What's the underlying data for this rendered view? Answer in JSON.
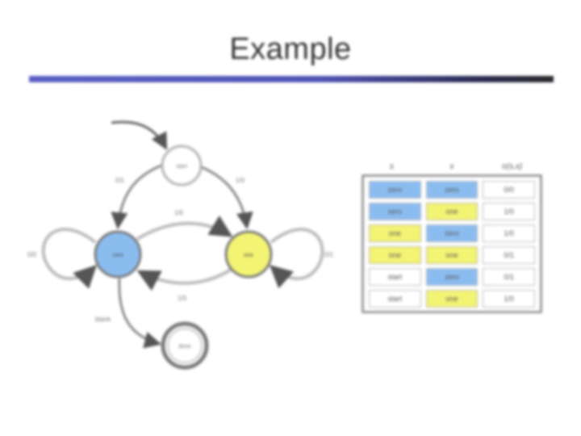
{
  "slide": {
    "title": "Example"
  },
  "colors": {
    "blue_state": "#8bbcf0",
    "yellow_state": "#f3f374",
    "plain_state": "#ffffff"
  },
  "diagram": {
    "states": {
      "top": {
        "label": "start"
      },
      "left": {
        "label": "zero"
      },
      "right": {
        "label": "one"
      },
      "bottom": {
        "label": "done"
      }
    },
    "edges": {
      "top_left": "0/1",
      "top_right": "1/0",
      "left_to_right": "1/0",
      "right_to_left": "1/0",
      "left_self": "0/0",
      "right_self": "0/1",
      "left_bottom": "blank"
    }
  },
  "table": {
    "headers": [
      "s",
      "x",
      "o(s,x)"
    ],
    "rows": [
      [
        {
          "text": "zero",
          "color": "blue"
        },
        {
          "text": "zero",
          "color": "blue"
        },
        {
          "text": "0/0",
          "color": "white"
        }
      ],
      [
        {
          "text": "zero",
          "color": "blue"
        },
        {
          "text": "one",
          "color": "yellow"
        },
        {
          "text": "1/0",
          "color": "white"
        }
      ],
      [
        {
          "text": "one",
          "color": "yellow"
        },
        {
          "text": "zero",
          "color": "blue"
        },
        {
          "text": "1/0",
          "color": "white"
        }
      ],
      [
        {
          "text": "one",
          "color": "yellow"
        },
        {
          "text": "one",
          "color": "yellow"
        },
        {
          "text": "0/1",
          "color": "white"
        }
      ],
      [
        {
          "text": "start",
          "color": "white"
        },
        {
          "text": "zero",
          "color": "blue"
        },
        {
          "text": "0/1",
          "color": "white"
        }
      ],
      [
        {
          "text": "start",
          "color": "white"
        },
        {
          "text": "one",
          "color": "yellow"
        },
        {
          "text": "1/0",
          "color": "white"
        }
      ]
    ]
  }
}
